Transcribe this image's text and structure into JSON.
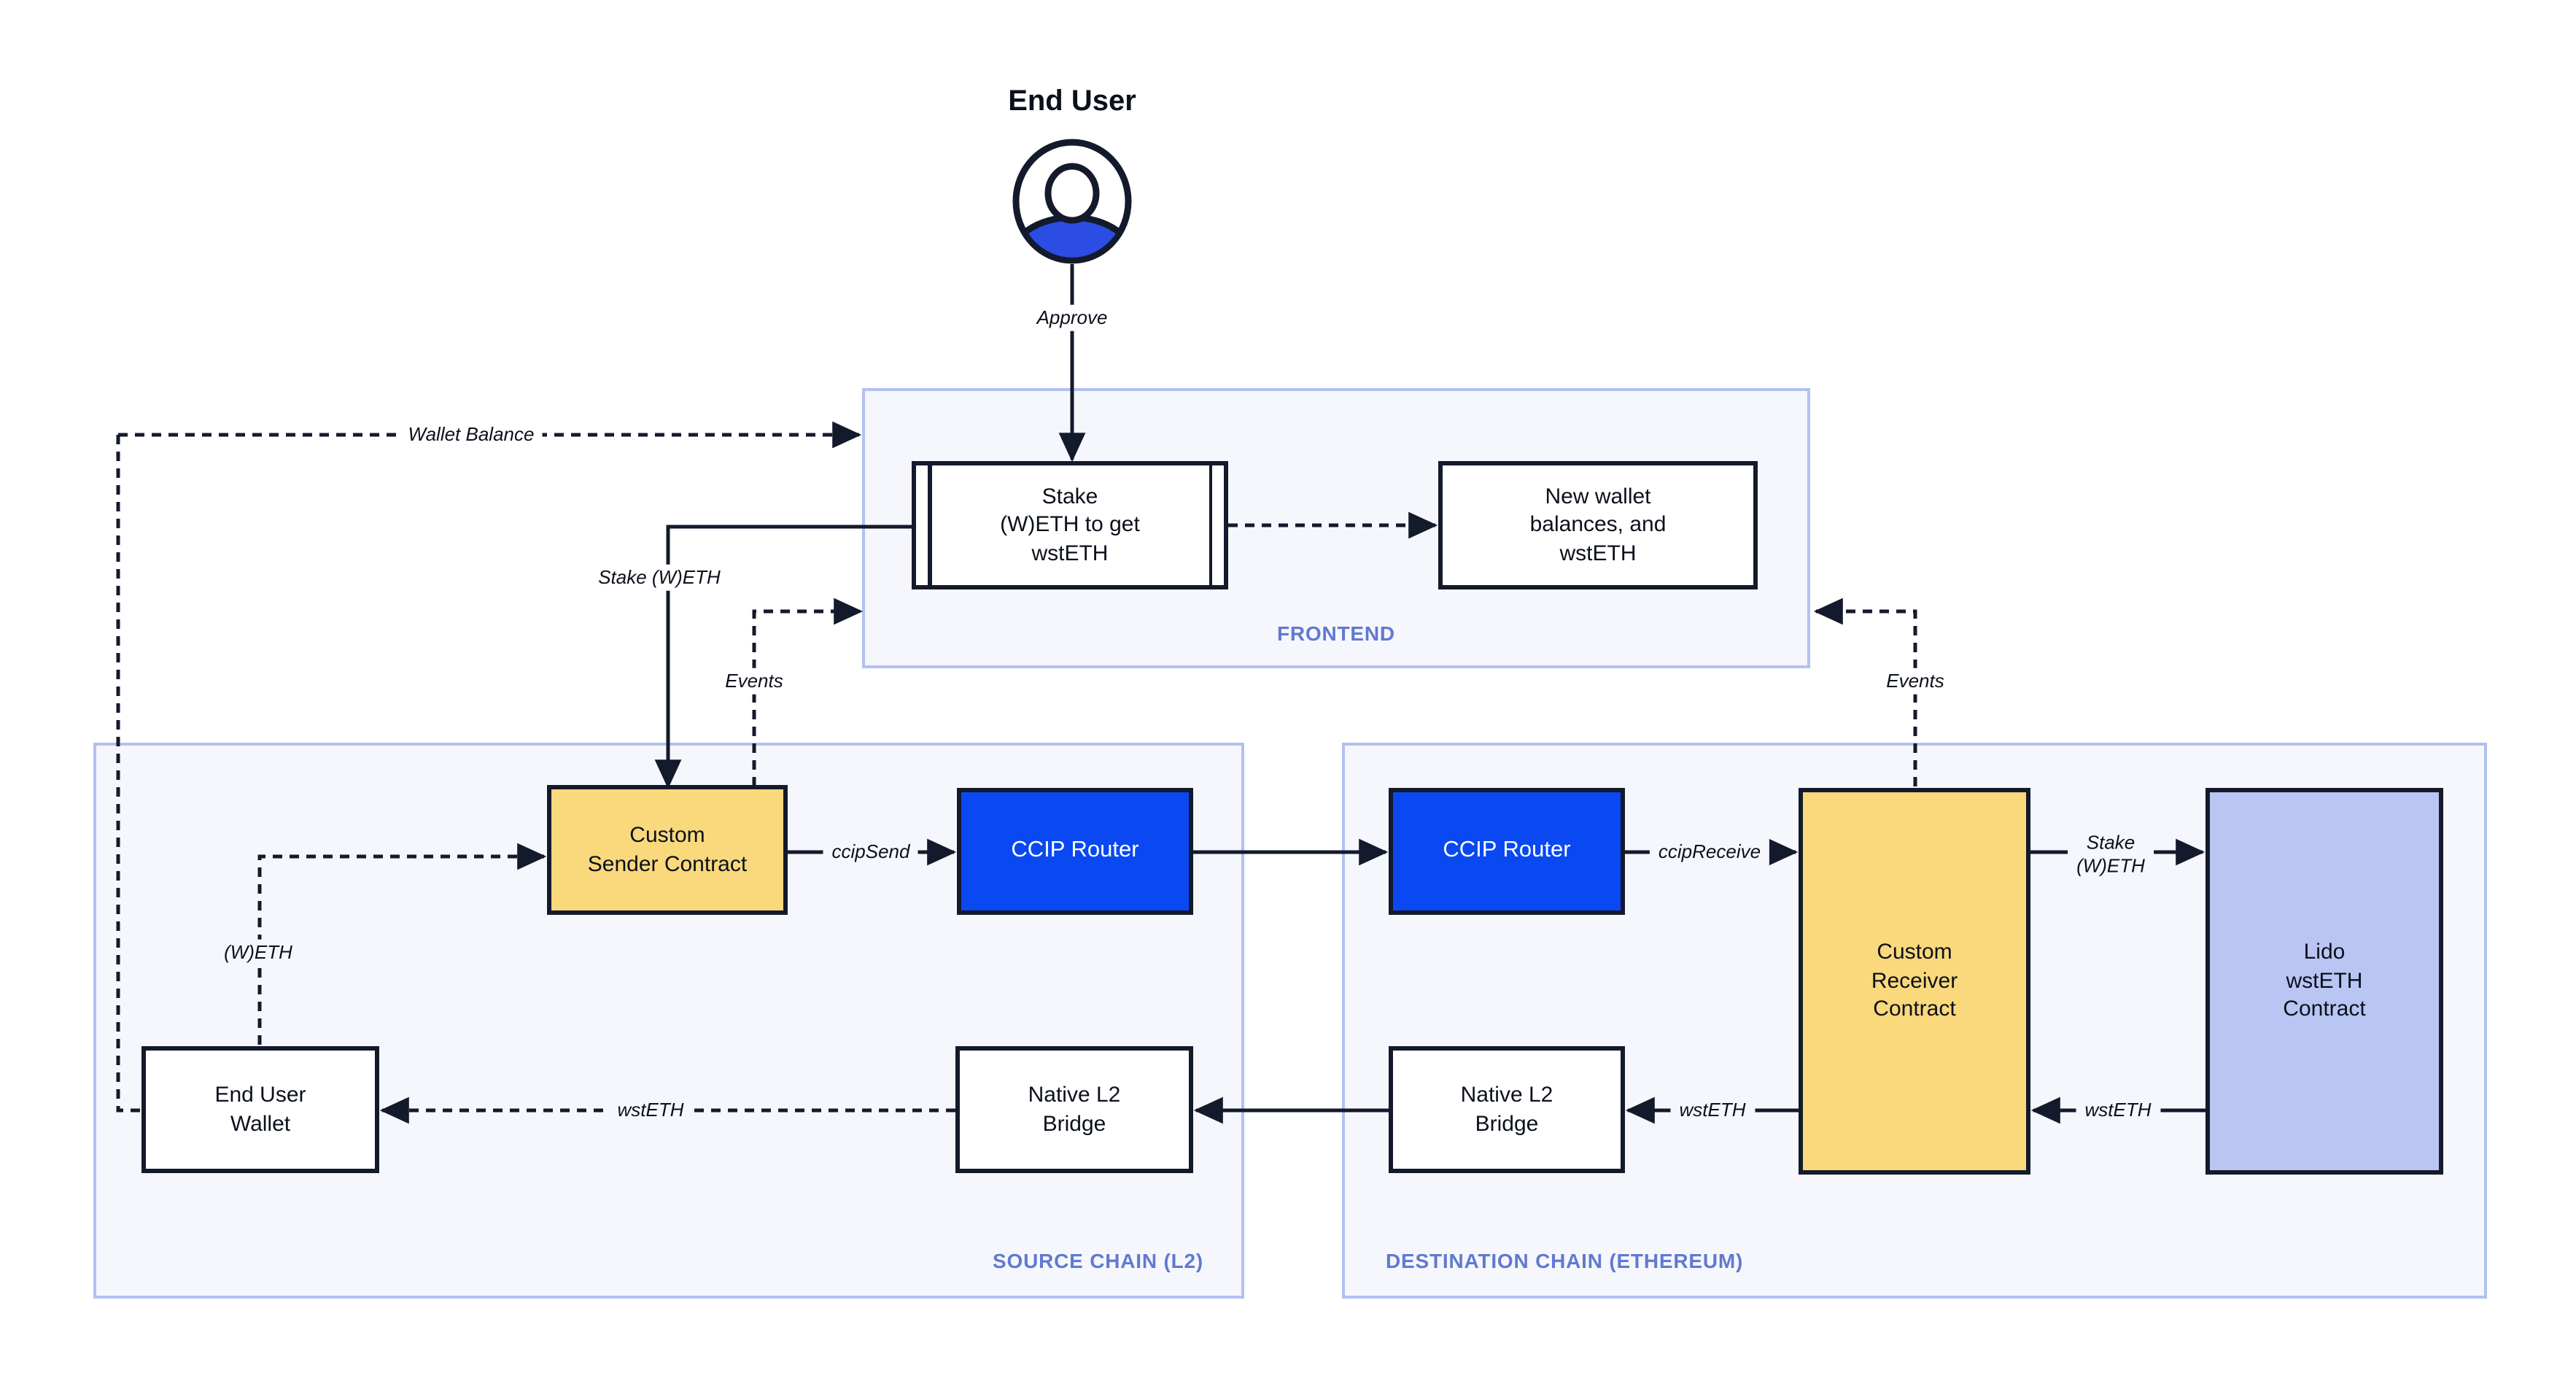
{
  "actor": {
    "label": "End User"
  },
  "frontend": {
    "section_label": "FRONTEND",
    "stake_box_label": "Stake\n(W)ETH to get\nwstETH",
    "new_wallet_box_label": "New wallet\nbalances, and\nwstETH"
  },
  "source_chain": {
    "section_label": "SOURCE CHAIN (L2)",
    "custom_sender_label": "Custom\nSender Contract",
    "ccip_router_label": "CCIP Router",
    "end_user_wallet_label": "End User\nWallet",
    "native_bridge_label": "Native L2\nBridge"
  },
  "destination_chain": {
    "section_label": "DESTINATION CHAIN (ETHEREUM)",
    "ccip_router_label": "CCIP Router",
    "custom_receiver_label": "Custom\nReceiver\nContract",
    "lido_label": "Lido\nwstETH\nContract",
    "native_bridge_label": "Native L2\nBridge"
  },
  "edge_labels": {
    "approve": "Approve",
    "wallet_balance": "Wallet Balance",
    "stake_weth": "Stake (W)ETH",
    "events_left": "Events",
    "events_right": "Events",
    "weth": "(W)ETH",
    "ccip_send": "ccipSend",
    "ccip_receive": "ccipReceive",
    "stake_weth_destination": "Stake\n(W)ETH",
    "wsteth_to_wallet": "wstETH",
    "wsteth_to_bridge": "wstETH",
    "wsteth_to_receiver": "wstETH"
  },
  "colors": {
    "router_blue": "#0A48F2",
    "contract_yellow": "#FAD87C",
    "lido_periwinkle": "#B9C5F3",
    "container_bg": "#F5F7FC",
    "container_border": "#B2C1EF",
    "section_label_blue": "#6179D1",
    "line_dark": "#131A2C",
    "icon_blue": "#2B4DE3"
  }
}
